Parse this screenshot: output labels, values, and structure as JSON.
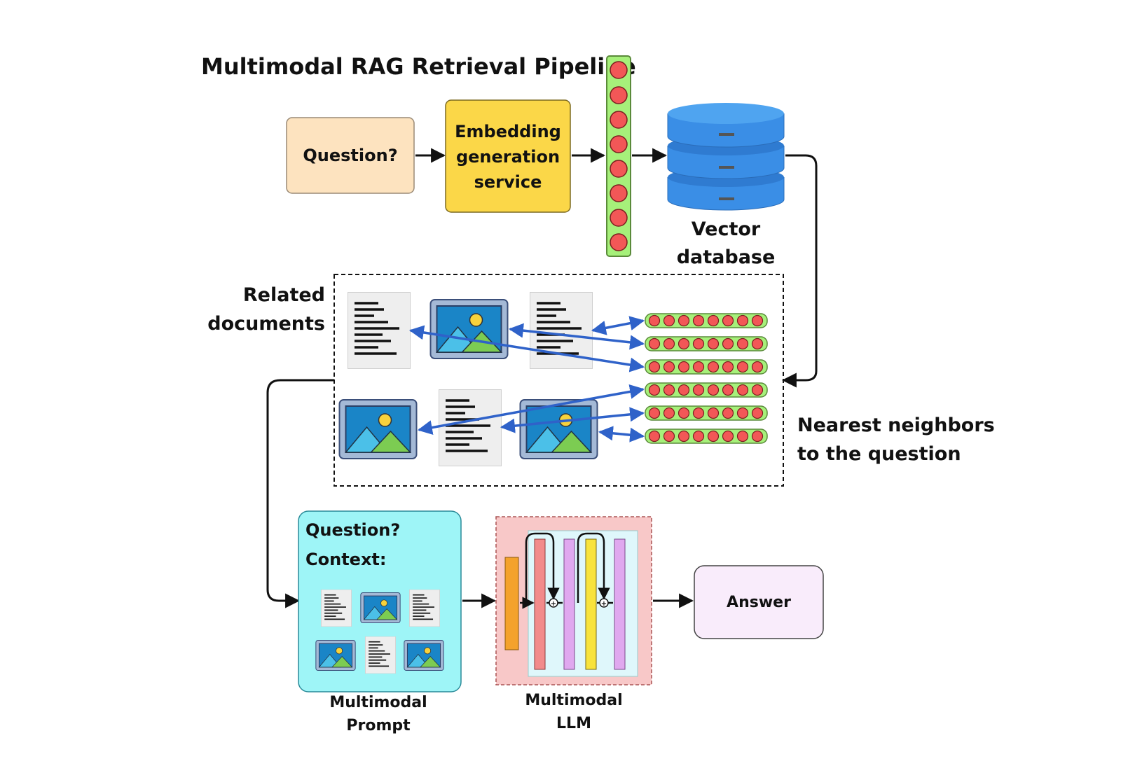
{
  "title": "Multimodal RAG Retrieval Pipeline",
  "question_box": {
    "label": "Question?"
  },
  "embedding_box": {
    "lines": [
      "Embedding",
      "generation",
      "service"
    ]
  },
  "vector_db": {
    "lines": [
      "Vector",
      "database"
    ]
  },
  "related_docs": {
    "lines": [
      "Related",
      "documents"
    ]
  },
  "nearest": {
    "lines": [
      "Nearest neighbors",
      "to the question"
    ]
  },
  "prompt_box": {
    "question": "Question?",
    "context": "Context:",
    "caption_lines": [
      "Multimodal",
      "Prompt"
    ]
  },
  "llm": {
    "caption_lines": [
      "Multimodal",
      "LLM"
    ]
  },
  "answer_box": {
    "label": "Answer"
  },
  "colors": {
    "question_fill": "#fde3bf",
    "embedding_fill": "#fbd748",
    "db_fill": "#3a8ee6",
    "vector_fill": "#a6f07a",
    "dot_fill": "#f25757",
    "arrow_blue": "#2f62c9",
    "prompt_fill": "#9ef5f7",
    "answer_fill": "#f9ecfb",
    "llm_bg": "#f8c8c8",
    "llm_inner": "#dff7fb"
  },
  "icons": [
    "document-icon",
    "image-icon",
    "vector-icon",
    "database-icon",
    "plus-circle-icon"
  ]
}
